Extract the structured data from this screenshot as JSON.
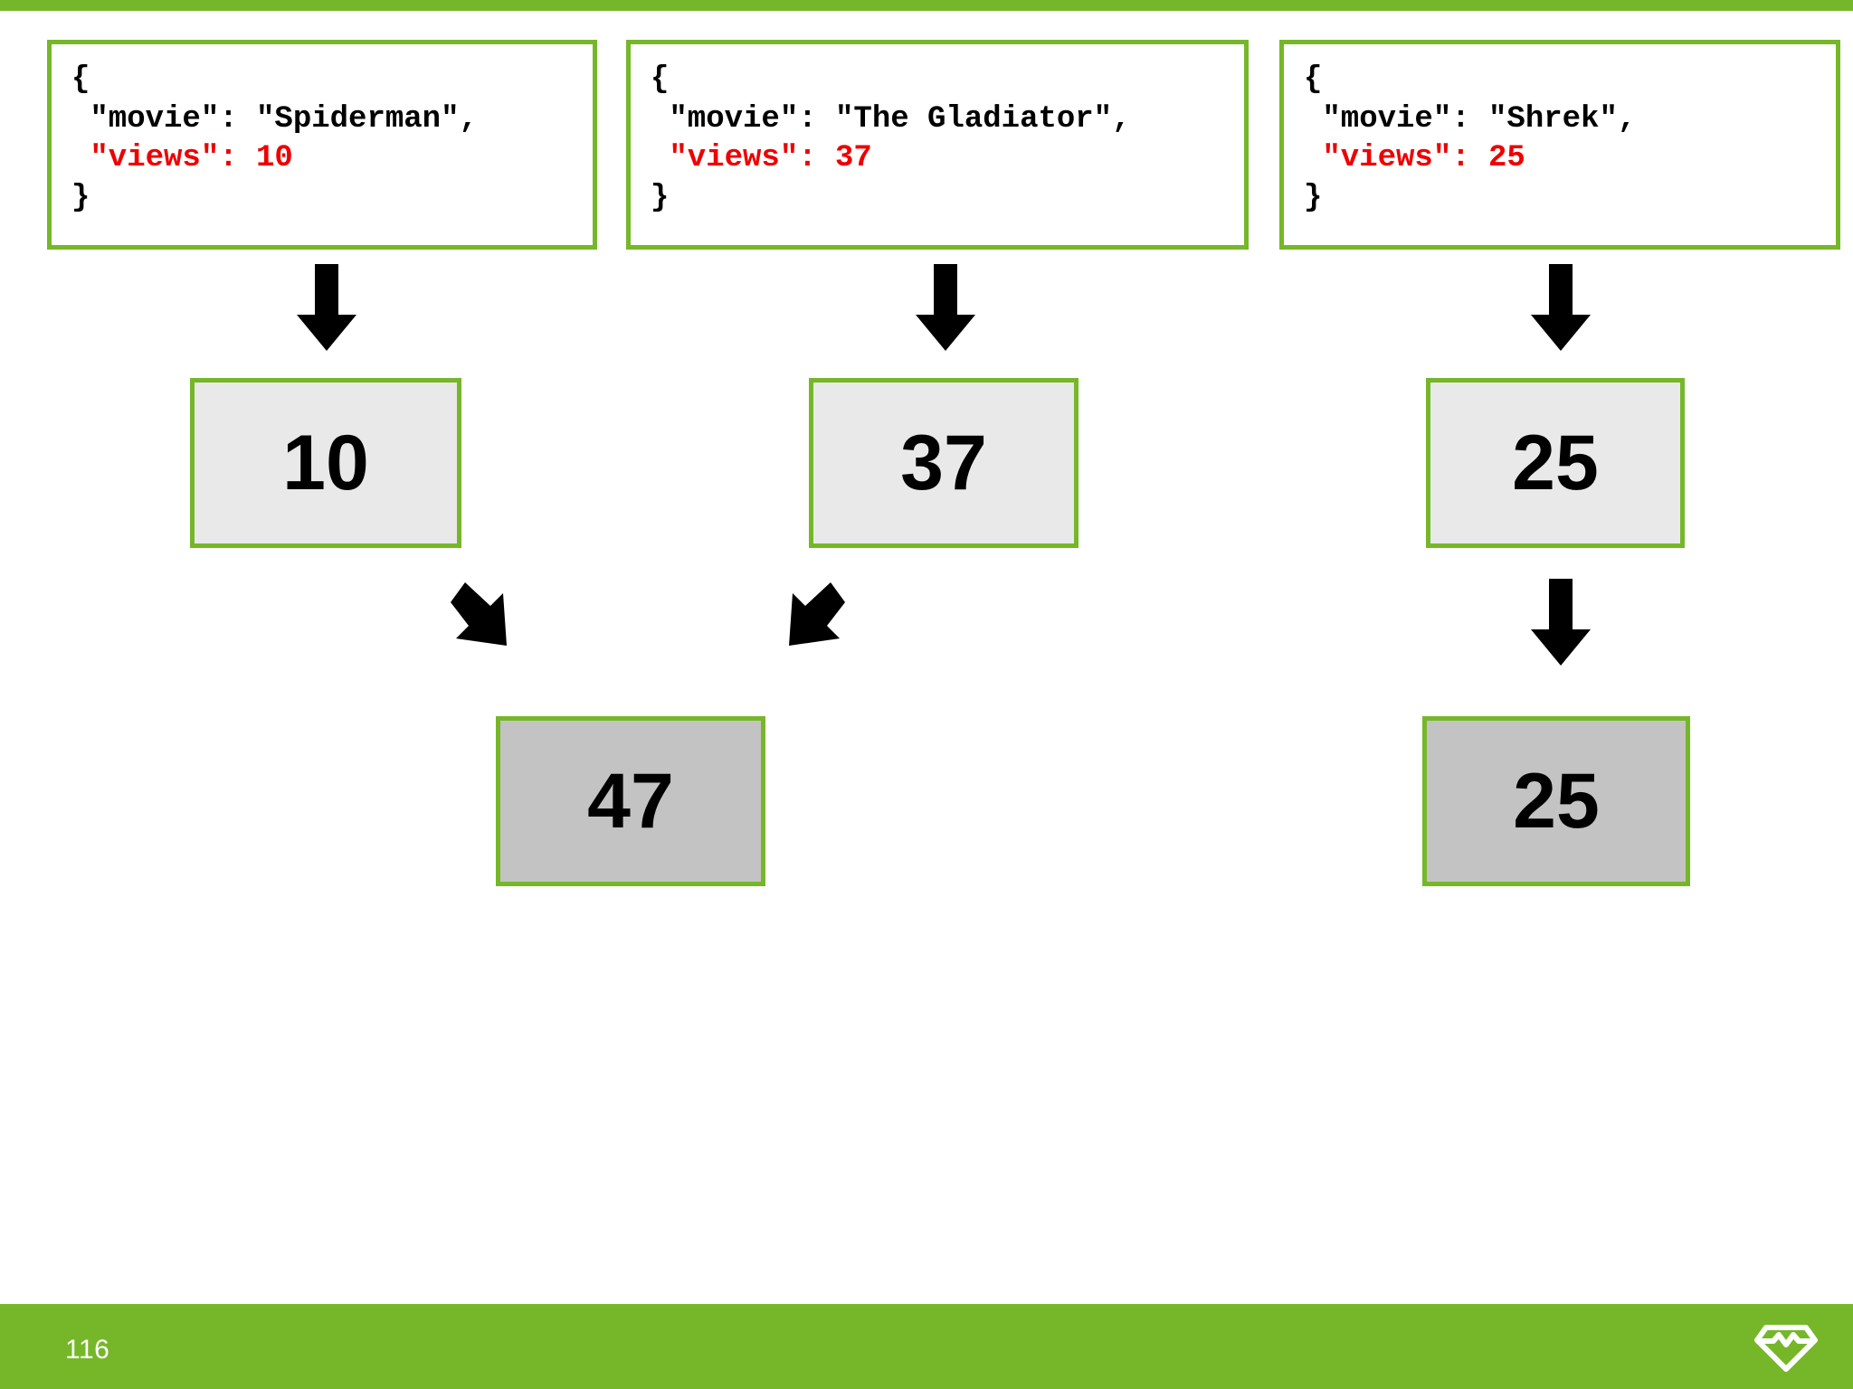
{
  "slide": {
    "page_number": "116",
    "logo_icon": "diamond-gem-icon",
    "accent_color": "#76b729"
  },
  "json_cards": [
    {
      "open_brace": "{",
      "movie_line": " \"movie\": \"Spiderman\",",
      "views_line": " \"views\": 10",
      "close_brace": "}",
      "movie": "Spiderman",
      "views": 10
    },
    {
      "open_brace": "{",
      "movie_line": " \"movie\": \"The Gladiator\",",
      "views_line": " \"views\": 37",
      "close_brace": "}",
      "movie": "The Gladiator",
      "views": 37
    },
    {
      "open_brace": "{",
      "movie_line": " \"movie\": \"Shrek\",",
      "views_line": " \"views\": 25",
      "close_brace": "}",
      "movie": "Shrek",
      "views": 25
    }
  ],
  "intermediate_values": [
    {
      "label": "10",
      "fill": "#e9e9e9"
    },
    {
      "label": "37",
      "fill": "#e9e9e9"
    },
    {
      "label": "25",
      "fill": "#e9e9e9"
    }
  ],
  "result_values": [
    {
      "label": "47",
      "fill": "#c3c3c3"
    },
    {
      "label": "25",
      "fill": "#c3c3c3"
    }
  ],
  "arrows": {
    "down_icon": "arrow-down-icon",
    "down_right_icon": "arrow-down-right-icon",
    "down_left_icon": "arrow-down-left-icon"
  }
}
